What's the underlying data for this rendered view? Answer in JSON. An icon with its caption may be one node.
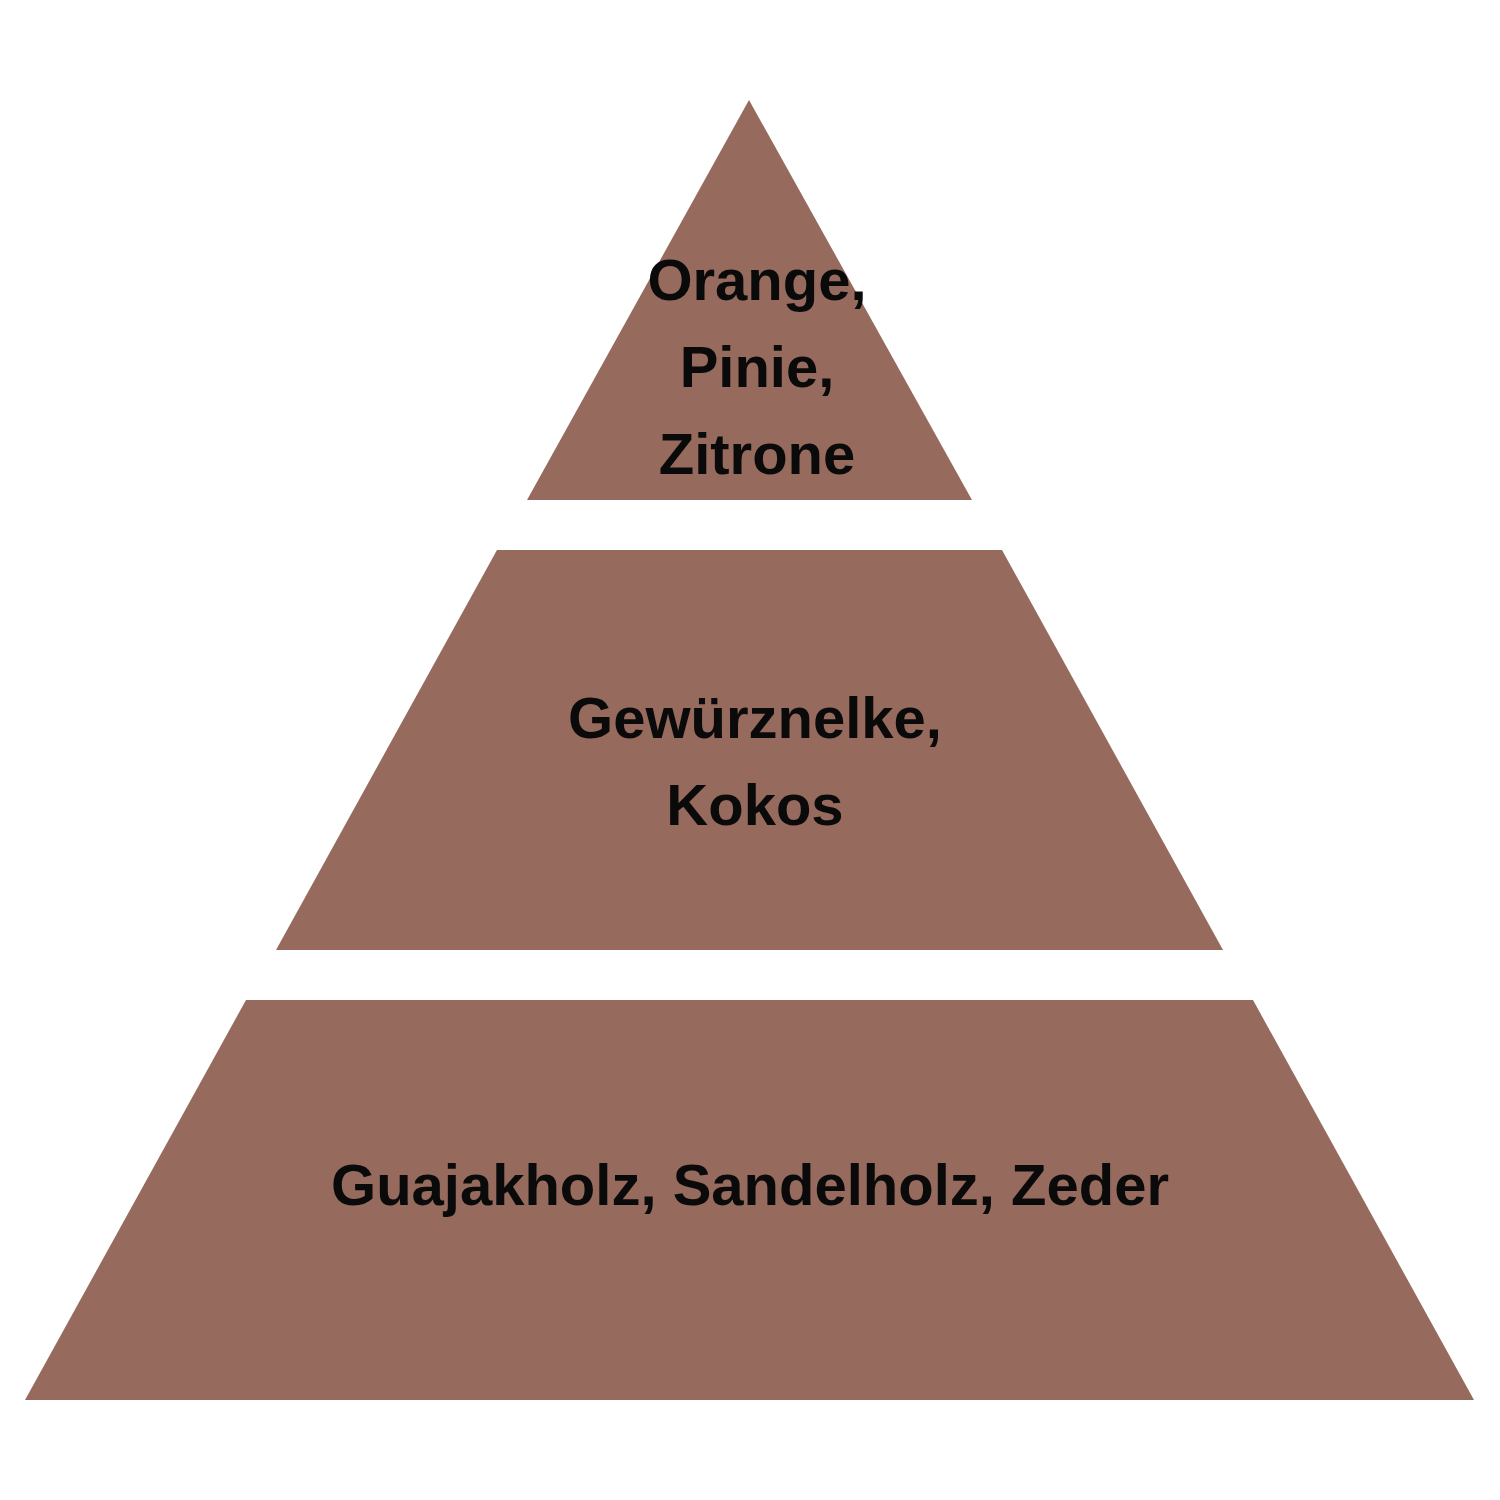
{
  "diagram": {
    "nodes": [
      {
        "text": [
          "Orange, Pinie, Zitrone"
        ]
      },
      {
        "text": [
          "Gewürznelke, Kokos"
        ]
      },
      {
        "text": [
          "Guajakholz, Sandelholz, Zeder"
        ]
      }
    ]
  }
}
